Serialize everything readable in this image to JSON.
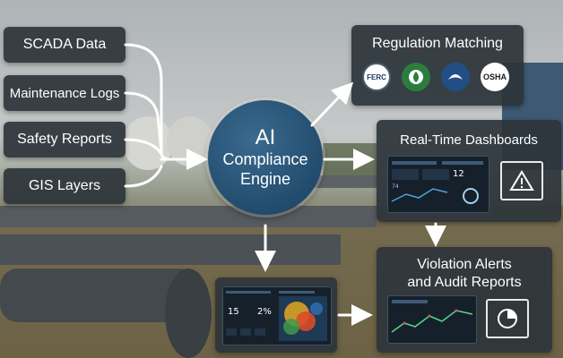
{
  "inputs": {
    "scada": "SCADA Data",
    "maintenance": "Maintenance Logs",
    "safety": "Safety Reports",
    "gis": "GIS Layers"
  },
  "engine": {
    "line1": "AI",
    "line2": "Compliance",
    "line3": "Engine"
  },
  "regulation": {
    "title": "Regulation Matching",
    "logos": [
      {
        "text": "FERC",
        "icon": "ferc-seal-icon"
      },
      {
        "text": "",
        "icon": "epa-logo-icon"
      },
      {
        "text": "",
        "icon": "noaa-logo-icon"
      },
      {
        "text": "OSHA",
        "icon": "osha-logo-icon"
      }
    ]
  },
  "realtime": {
    "title": "Real-Time Dashboards",
    "screen_num_1": "12",
    "screen_num_2": "74"
  },
  "violation": {
    "title_line1": "Violation Alerts",
    "title_line2": "and Audit Reports"
  },
  "heat_dashboard": {
    "num_1": "15",
    "num_2": "2%"
  },
  "colors": {
    "panel": "#2d343a",
    "engine": "#224c6e",
    "arrow": "#ffffff"
  }
}
